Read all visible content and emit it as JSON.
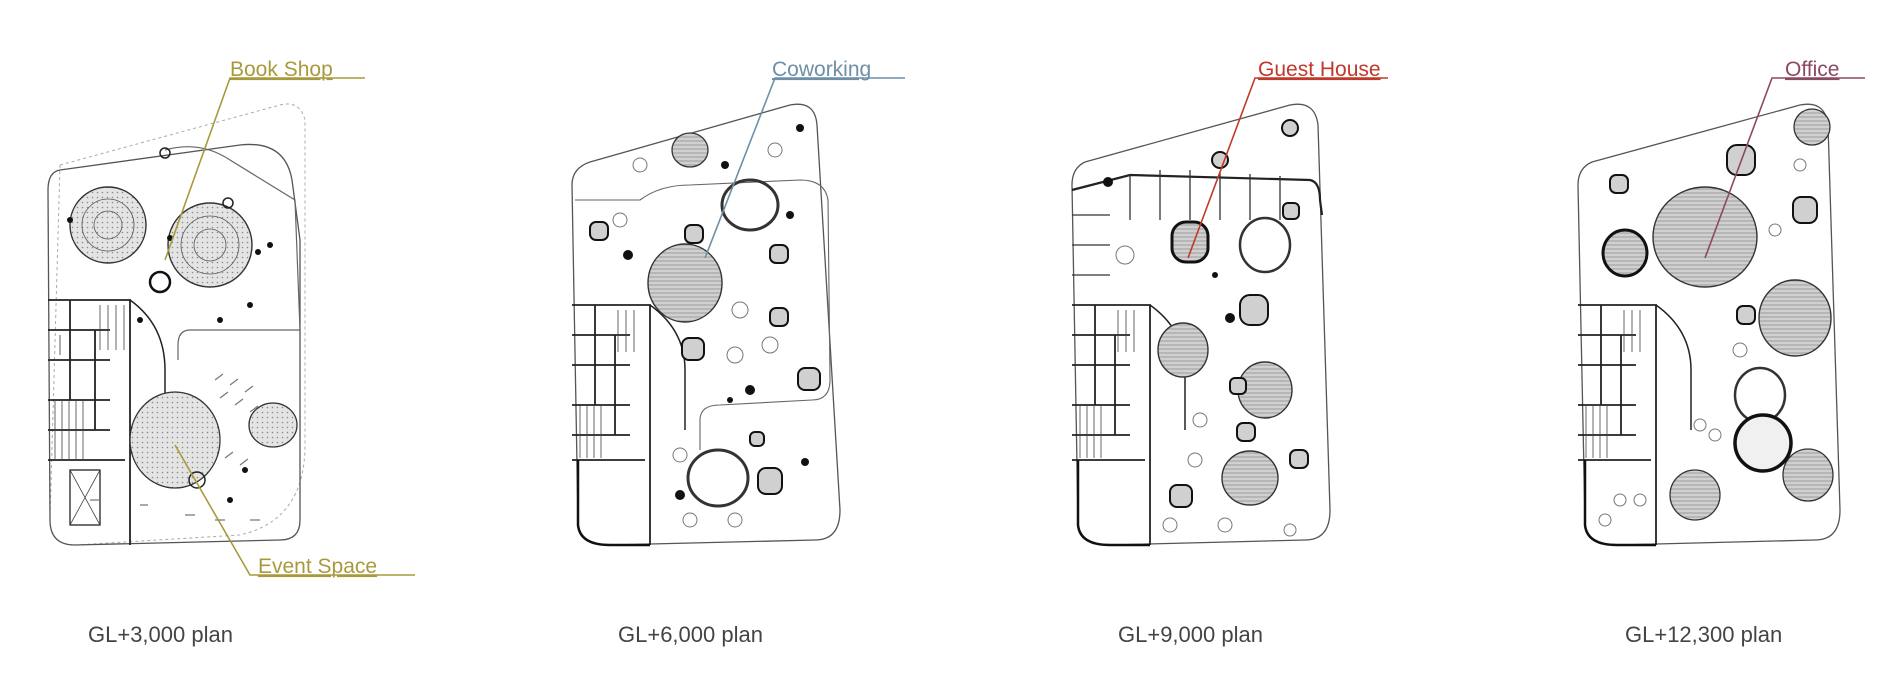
{
  "colors": {
    "book_shop": "#a89a3c",
    "coworking": "#6f8fa6",
    "guest_house": "#c0392b",
    "office": "#8a4a64",
    "event_space": "#a89a3c",
    "line": "#333333",
    "hatch": "#9a9a9a"
  },
  "panels": [
    {
      "caption": "GL+3,000 plan",
      "labels": [
        {
          "text": "Book Shop",
          "color": "#a89a3c"
        },
        {
          "text": "Event Space",
          "color": "#a89a3c"
        }
      ]
    },
    {
      "caption": "GL+6,000 plan",
      "labels": [
        {
          "text": "Coworking",
          "color": "#6f8fa6"
        }
      ]
    },
    {
      "caption": "GL+9,000 plan",
      "labels": [
        {
          "text": "Guest House",
          "color": "#c0392b"
        }
      ]
    },
    {
      "caption": "GL+12,300 plan",
      "labels": [
        {
          "text": "Office",
          "color": "#8a4a64"
        }
      ]
    }
  ]
}
